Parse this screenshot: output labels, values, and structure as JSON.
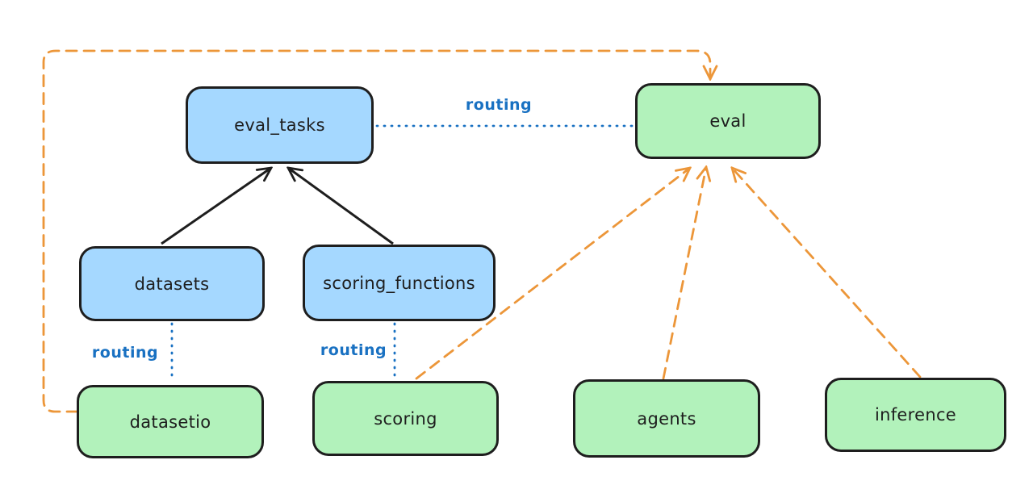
{
  "diagram": {
    "nodes": {
      "eval_tasks": {
        "label": "eval_tasks",
        "kind": "registry"
      },
      "eval": {
        "label": "eval",
        "kind": "api"
      },
      "datasets": {
        "label": "datasets",
        "kind": "registry"
      },
      "scoring_functions": {
        "label": "scoring_functions",
        "kind": "registry"
      },
      "datasetio": {
        "label": "datasetio",
        "kind": "api"
      },
      "scoring": {
        "label": "scoring",
        "kind": "api"
      },
      "agents": {
        "label": "agents",
        "kind": "api"
      },
      "inference": {
        "label": "inference",
        "kind": "api"
      }
    },
    "edges": [
      {
        "from": "datasets",
        "to": "eval_tasks",
        "type": "solid-arrow",
        "label": ""
      },
      {
        "from": "scoring_functions",
        "to": "eval_tasks",
        "type": "solid-arrow",
        "label": ""
      },
      {
        "from": "eval_tasks",
        "to": "eval",
        "type": "dotted-link",
        "label": "routing"
      },
      {
        "from": "datasets",
        "to": "datasetio",
        "type": "dotted-link",
        "label": "routing"
      },
      {
        "from": "scoring_functions",
        "to": "scoring",
        "type": "dotted-link",
        "label": "routing"
      },
      {
        "from": "datasetio",
        "to": "eval",
        "type": "dashed-arrow",
        "label": ""
      },
      {
        "from": "scoring",
        "to": "eval",
        "type": "dashed-arrow",
        "label": ""
      },
      {
        "from": "agents",
        "to": "eval",
        "type": "dashed-arrow",
        "label": ""
      },
      {
        "from": "inference",
        "to": "eval",
        "type": "dashed-arrow",
        "label": ""
      }
    ]
  },
  "colors": {
    "node_blue": "#a5d8ff",
    "node_green": "#b2f2bb",
    "stroke": "#1e1e1e",
    "routing_blue": "#1971c2",
    "provider_orange": "#ec9639",
    "canvas_bg": "#ffffff"
  }
}
